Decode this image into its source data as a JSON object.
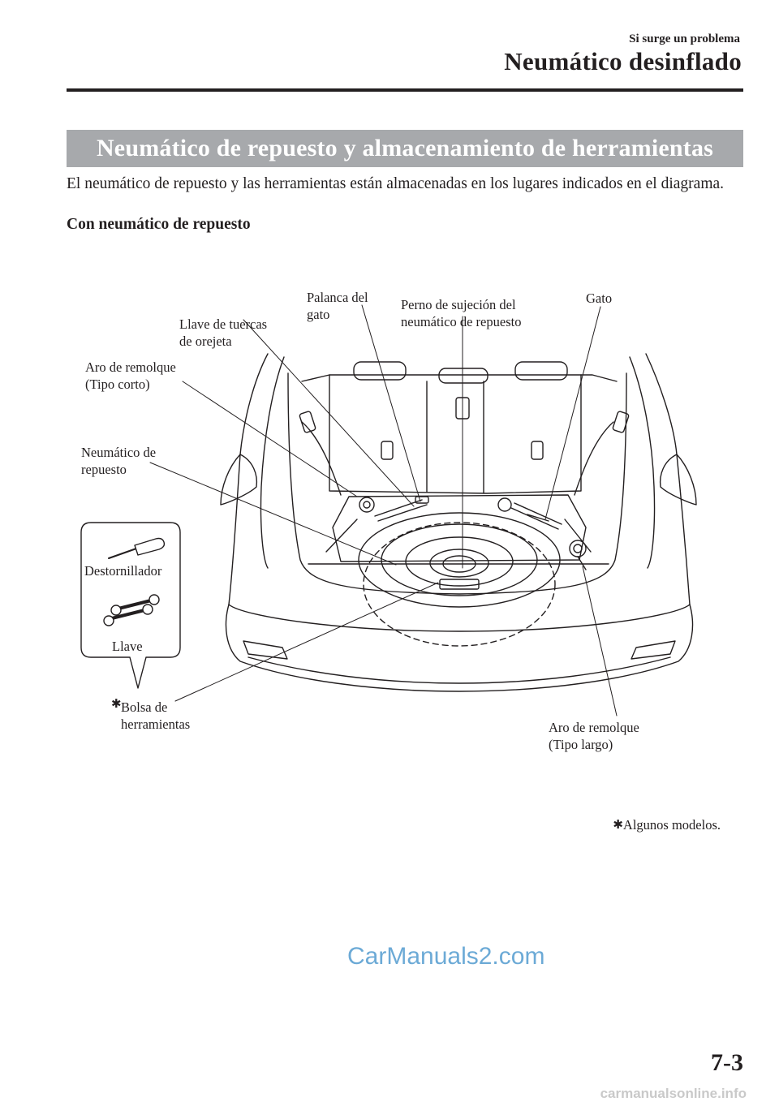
{
  "header": {
    "section": "Si surge un problema",
    "title": "Neumático desinflado"
  },
  "banner": {
    "title": "Neumático de repuesto y almacenamiento de herramientas"
  },
  "intro": {
    "text": "El neumático de repuesto y las herramientas están almacenadas en los lugares indicados en el diagrama.",
    "subheading": "Con neumático de repuesto"
  },
  "diagram": {
    "callouts": {
      "jack_lever": "Palanca del\ngato",
      "spare_bolt": "Perno de sujeción del\nneumático de repuesto",
      "jack": "Gato",
      "lug_wrench": "Llave de tuercas\nde orejeta",
      "tow_short": "Aro de remolque\n(Tipo corto)",
      "spare_tire": "Neumático de\nrepuesto",
      "screwdriver": "Destornillador",
      "wrench": "Llave",
      "tool_bag": "Bolsa de\nherramientas",
      "tow_long": "Aro de remolque\n(Tipo largo)"
    },
    "marker_symbol": "✱",
    "footnote": "Algunos modelos."
  },
  "page": {
    "number": "7-3"
  },
  "watermarks": {
    "brand": "CarManuals2.com",
    "footer": "carmanualsonline.info"
  }
}
